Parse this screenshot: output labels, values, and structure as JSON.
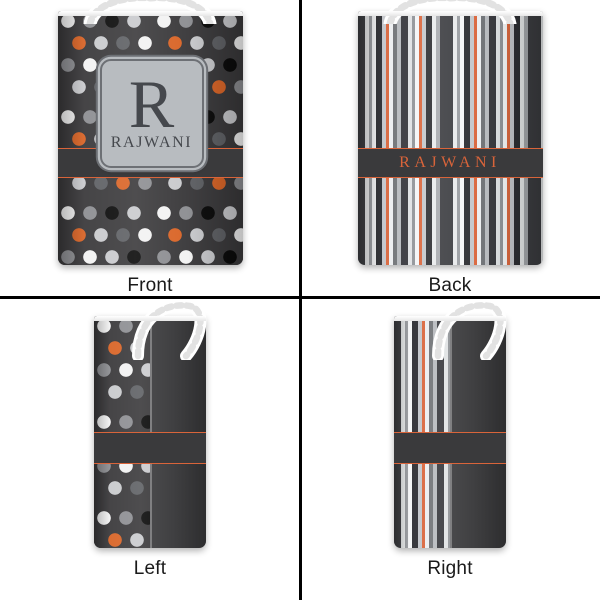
{
  "product": {
    "type": "gift-bag-mockup",
    "personalization_name": "RAJWANI",
    "monogram_letter": "R"
  },
  "views": [
    {
      "id": "front",
      "caption": "Front",
      "pattern": "polka-dots",
      "has_monogram_plate": true
    },
    {
      "id": "back",
      "caption": "Back",
      "pattern": "vertical-stripes",
      "has_monogram_plate": false
    },
    {
      "id": "left",
      "caption": "Left",
      "pattern": "stripes-left-dots-right",
      "has_monogram_plate": false
    },
    {
      "id": "right",
      "caption": "Right",
      "pattern": "dots-left-stripes-right",
      "has_monogram_plate": false
    }
  ],
  "colors": {
    "background": "#ffffff",
    "accent_orange": "#d9643a",
    "band_dark": "#3a3a3c",
    "dot_white": "#f2f2f2",
    "dot_light_gray": "#c9cacd",
    "dot_mid_gray": "#8d8e92",
    "dot_dark_gray": "#5e6064",
    "dot_black": "#0a0a0a",
    "plate_fill": "#b8bcc0",
    "plate_text": "#45484d",
    "divider": "#000000"
  }
}
